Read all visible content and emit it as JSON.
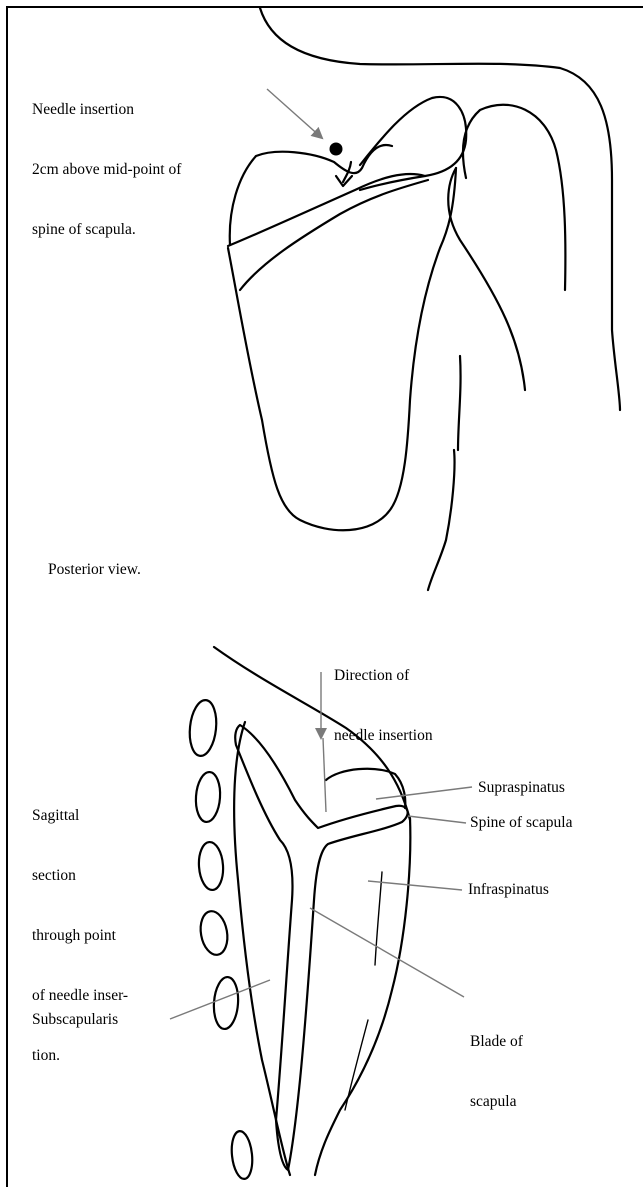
{
  "posterior": {
    "needle_label": [
      "Needle insertion",
      "2cm above mid-point of",
      "spine of scapula."
    ],
    "view_label": "Posterior view."
  },
  "sagittal": {
    "direction_label": [
      "Direction of",
      "needle insertion"
    ],
    "section_label": [
      "Sagittal",
      "section",
      "through point",
      "of needle inser-",
      "tion."
    ],
    "supraspinatus": "Supraspinatus",
    "spine": "Spine of scapula",
    "infraspinatus": "Infraspinatus",
    "subscapularis": "Subscapularis",
    "blade_label": [
      "Blade of",
      "scapula"
    ]
  },
  "colors": {
    "line": "#000000",
    "leader": "#7a7a7a",
    "background": "#ffffff"
  }
}
